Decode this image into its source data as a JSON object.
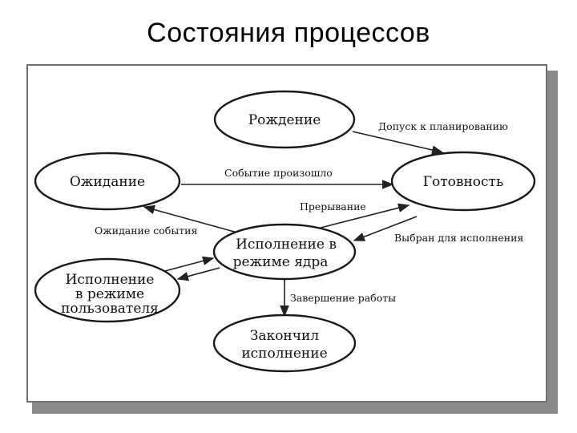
{
  "title": "Состояния процессов",
  "nodes": {
    "birth": "Рождение",
    "waiting": "Ожидание",
    "ready": "Готовность",
    "kernel": [
      "Исполнение в",
      "режиме ядра"
    ],
    "user": [
      "Исполнение",
      "в режиме",
      "пользователя"
    ],
    "finished": [
      "Закончил",
      "исполнение"
    ]
  },
  "edges": {
    "admission": "Допуск к планированию",
    "event_occurred": "Событие произошло",
    "interrupt": "Прерывание",
    "wait_event": "Ожидание события",
    "selected": "Выбран для исполнения",
    "completion": "Завершение работы"
  }
}
